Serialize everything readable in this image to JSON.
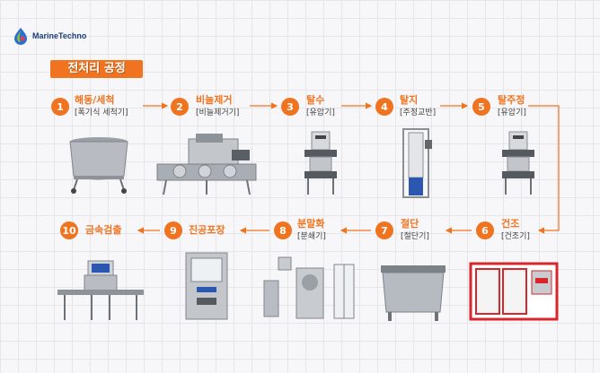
{
  "brand": {
    "name": "MarineTechno",
    "accent": "#f0741f"
  },
  "title": "전처리 공정",
  "steps": [
    {
      "num": "1",
      "name": "해동/세척",
      "sub": "[폭기식 세척기]"
    },
    {
      "num": "2",
      "name": "비늘제거",
      "sub": "[비늘제거기]"
    },
    {
      "num": "3",
      "name": "탈수",
      "sub": "[유압기]"
    },
    {
      "num": "4",
      "name": "탈지",
      "sub": "[주정교반]"
    },
    {
      "num": "5",
      "name": "탈주정",
      "sub": "[유압기]"
    },
    {
      "num": "6",
      "name": "건조",
      "sub": "[건조기]"
    },
    {
      "num": "7",
      "name": "절단",
      "sub": "[절단기]"
    },
    {
      "num": "8",
      "name": "분말화",
      "sub": "[분쇄기]"
    },
    {
      "num": "9",
      "name": "진공포장",
      "sub": ""
    },
    {
      "num": "10",
      "name": "금속검출",
      "sub": ""
    }
  ]
}
